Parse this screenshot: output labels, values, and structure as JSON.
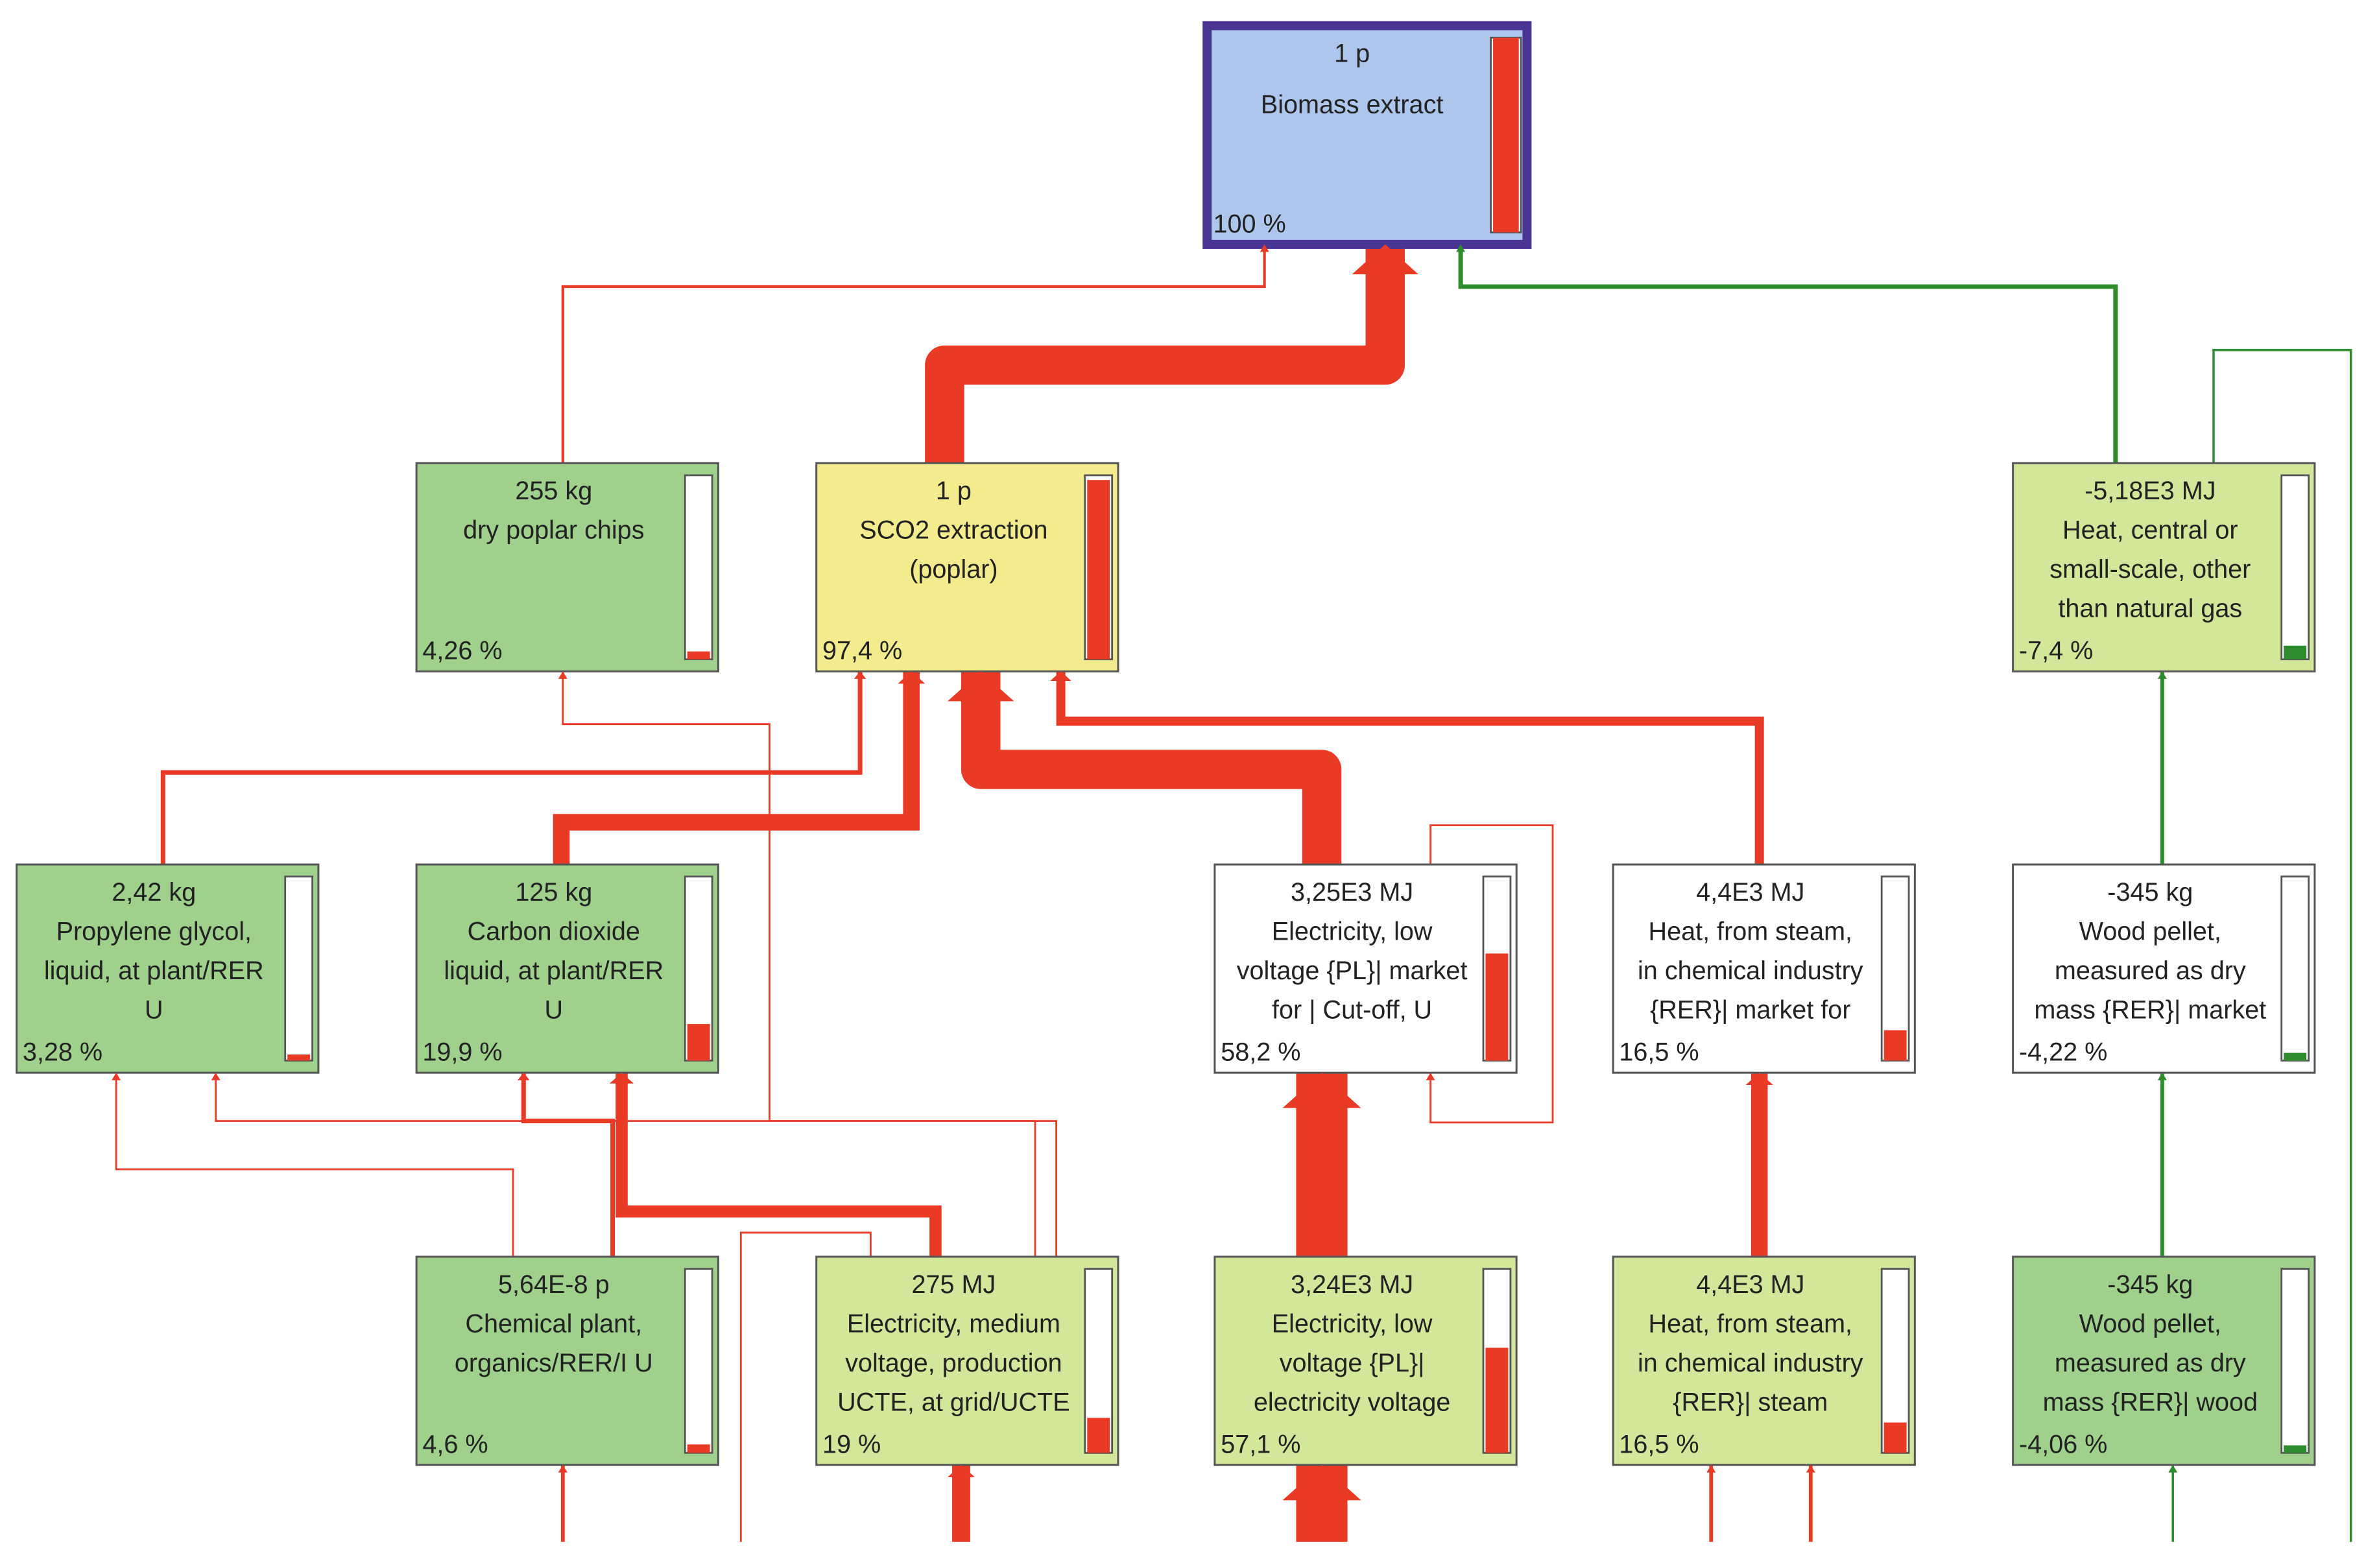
{
  "colors": {
    "negative_flow": "#2e8b2e",
    "positive_flow": "#e83a25",
    "root_fill": "#aec6ec",
    "root_border": "#4a3594",
    "green_fill": "#9fd08c",
    "yellow_fill": "#f2ec8e",
    "light_green_fill": "#d3e79a",
    "white_fill": "#ffffff"
  },
  "nodes": [
    {
      "id": "biomass-extract",
      "fill": "root",
      "quantity": "1 p",
      "lines": [
        "Biomass extract"
      ],
      "percent": "100 %",
      "bar_fraction": 1.0,
      "bar_color": "red"
    },
    {
      "id": "dry-poplar-chips",
      "fill": "green",
      "quantity": "255 kg",
      "lines": [
        "dry poplar chips"
      ],
      "percent": "4,26 %",
      "bar_fraction": 0.0426,
      "bar_color": "red"
    },
    {
      "id": "sco2-extraction",
      "fill": "yellow",
      "quantity": "1 p",
      "lines": [
        "SCO2 extraction",
        "(poplar)"
      ],
      "percent": "97,4 %",
      "bar_fraction": 0.974,
      "bar_color": "red"
    },
    {
      "id": "heat-central",
      "fill": "light_green",
      "quantity": "-5,18E3 MJ",
      "lines": [
        "Heat, central or",
        "small-scale, other",
        "than natural gas"
      ],
      "percent": "-7,4 %",
      "bar_fraction": 0.074,
      "bar_color": "green"
    },
    {
      "id": "propylene-glycol",
      "fill": "green",
      "quantity": "2,42 kg",
      "lines": [
        "Propylene glycol,",
        "liquid, at plant/RER",
        "U"
      ],
      "percent": "3,28 %",
      "bar_fraction": 0.0328,
      "bar_color": "red"
    },
    {
      "id": "carbon-dioxide",
      "fill": "green",
      "quantity": "125 kg",
      "lines": [
        "Carbon dioxide",
        "liquid, at plant/RER",
        "U"
      ],
      "percent": "19,9 %",
      "bar_fraction": 0.199,
      "bar_color": "red"
    },
    {
      "id": "electricity-low-market",
      "fill": "white",
      "quantity": "3,25E3 MJ",
      "lines": [
        "Electricity, low",
        "voltage {PL}| market",
        "for | Cut-off, U"
      ],
      "percent": "58,2 %",
      "bar_fraction": 0.582,
      "bar_color": "red"
    },
    {
      "id": "heat-steam-market",
      "fill": "white",
      "quantity": "4,4E3 MJ",
      "lines": [
        "Heat, from steam,",
        "in chemical industry",
        "{RER}| market for"
      ],
      "percent": "16,5 %",
      "bar_fraction": 0.165,
      "bar_color": "red"
    },
    {
      "id": "wood-pellet-market",
      "fill": "white",
      "quantity": "-345 kg",
      "lines": [
        "Wood pellet,",
        "measured as dry",
        "mass {RER}| market"
      ],
      "percent": "-4,22 %",
      "bar_fraction": 0.0422,
      "bar_color": "green"
    },
    {
      "id": "chemical-plant",
      "fill": "green",
      "quantity": "5,64E-8 p",
      "lines": [
        "Chemical plant,",
        "organics/RER/I U"
      ],
      "percent": "4,6 %",
      "bar_fraction": 0.046,
      "bar_color": "red"
    },
    {
      "id": "electricity-medium",
      "fill": "light_green",
      "quantity": "275 MJ",
      "lines": [
        "Electricity, medium",
        "voltage, production",
        "UCTE, at grid/UCTE"
      ],
      "percent": "19 %",
      "bar_fraction": 0.19,
      "bar_color": "red"
    },
    {
      "id": "electricity-low-voltage",
      "fill": "light_green",
      "quantity": "3,24E3 MJ",
      "lines": [
        "Electricity, low",
        "voltage {PL}|",
        "electricity voltage"
      ],
      "percent": "57,1 %",
      "bar_fraction": 0.571,
      "bar_color": "red"
    },
    {
      "id": "heat-steam-chemical",
      "fill": "light_green",
      "quantity": "4,4E3 MJ",
      "lines": [
        "Heat, from steam,",
        "in chemical industry",
        "{RER}| steam"
      ],
      "percent": "16,5 %",
      "bar_fraction": 0.165,
      "bar_color": "red"
    },
    {
      "id": "wood-pellet-wood",
      "fill": "green",
      "quantity": "-345 kg",
      "lines": [
        "Wood pellet,",
        "measured as dry",
        "mass {RER}| wood"
      ],
      "percent": "-4,06 %",
      "bar_fraction": 0.0406,
      "bar_color": "green"
    }
  ]
}
